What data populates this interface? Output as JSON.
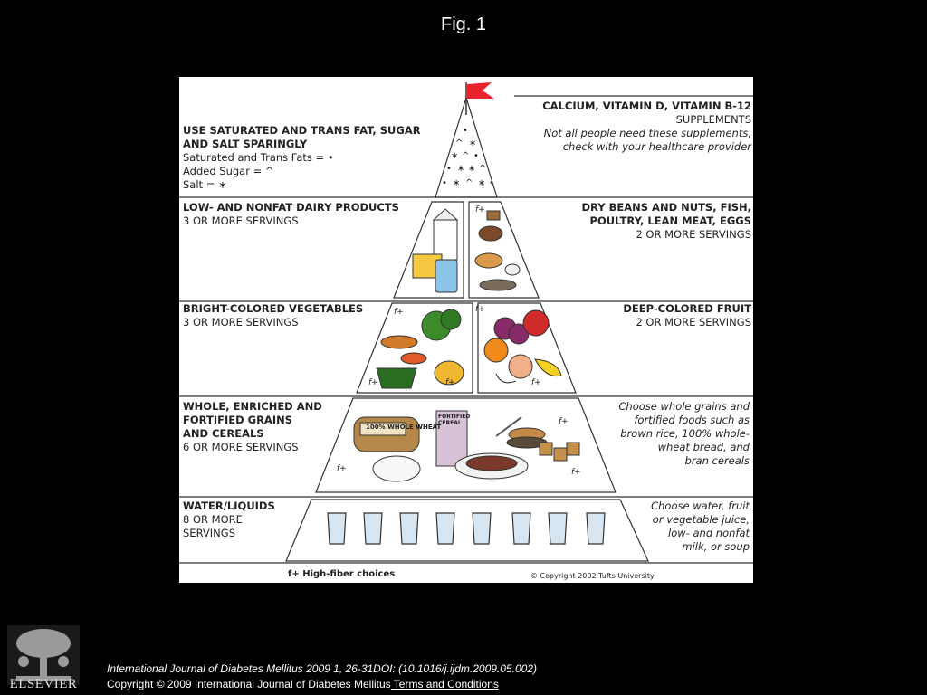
{
  "title": "Fig. 1",
  "pyramid": {
    "top_left": {
      "heading_line1": "USE SATURATED AND TRANS FAT, SUGAR",
      "heading_line2": "AND SALT SPARINGLY",
      "legend1": "Saturated and Trans Fats = •",
      "legend2": "Added Sugar = ^",
      "legend3": "Salt = ∗"
    },
    "top_right": {
      "heading": "CALCIUM, VITAMIN D, VITAMIN B-12",
      "sub": "SUPPLEMENTS",
      "note1": "Not all people need these supplements,",
      "note2": "check with your healthcare provider"
    },
    "dairy": {
      "heading": "LOW- AND NONFAT DAIRY PRODUCTS",
      "servings": "3 OR MORE SERVINGS"
    },
    "protein": {
      "heading1": "DRY BEANS AND NUTS, FISH,",
      "heading2": "POULTRY, LEAN MEAT, EGGS",
      "servings": "2 OR MORE SERVINGS"
    },
    "vegetables": {
      "heading": "BRIGHT-COLORED VEGETABLES",
      "servings": "3 OR MORE SERVINGS"
    },
    "fruit": {
      "heading": "DEEP-COLORED FRUIT",
      "servings": "2 OR MORE SERVINGS"
    },
    "grains": {
      "heading1": "WHOLE, ENRICHED AND",
      "heading2": "FORTIFIED GRAINS",
      "heading3": "AND CEREALS",
      "servings": "6 OR MORE SERVINGS",
      "note1": "Choose whole grains and",
      "note2": "fortified foods such as",
      "note3": "brown rice, 100% whole-",
      "note4": "wheat bread, and",
      "note5": "bran cereals"
    },
    "water": {
      "heading": "WATER/LIQUIDS",
      "servings1": "8 OR MORE",
      "servings2": "SERVINGS",
      "note1": "Choose water, fruit",
      "note2": "or vegetable juice,",
      "note3": "low- and nonfat",
      "note4": "milk, or soup"
    },
    "fiber_mark": "f+",
    "legend": "f+  High-fiber choices",
    "copyright": "© Copyright 2002 Tufts University",
    "cereal_box": "FORTIFIED CEREAL",
    "bread_bag": "100% WHOLE WHEAT"
  },
  "footer": {
    "citation": "International Journal of Diabetes Mellitus 2009 1, 26-31DOI: (10.1016/j.ijdm.2009.05.002)",
    "copyright": "Copyright © 2009 International Journal of Diabetes Mellitus",
    "terms_link": " Terms and Conditions"
  },
  "logo": {
    "text": "ELSEVIER",
    "icon": "elsevier-tree-logo"
  },
  "colors": {
    "background": "#000000",
    "flag": "#e8232c"
  }
}
